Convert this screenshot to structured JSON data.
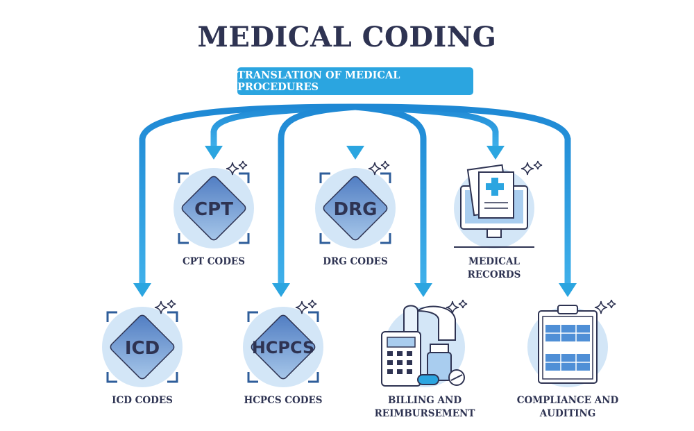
{
  "title": "MEDICAL CODING",
  "subtitle": "TRANSLATION OF MEDICAL PROCEDURES",
  "nodes": {
    "cpt": {
      "code": "CPT",
      "label": "CPT CODES"
    },
    "drg": {
      "code": "DRG",
      "label": "DRG CODES"
    },
    "records": {
      "label": "MEDICAL\nRECORDS",
      "icon": "computer-medical-document-icon"
    },
    "icd": {
      "code": "ICD",
      "label": "ICD CODES"
    },
    "hcpcs": {
      "code": "HCPCS",
      "label": "HCPCS CODES"
    },
    "billing": {
      "label": "BILLING AND\nREIMBURSEMENT",
      "icon": "calculator-receipt-pills-icon"
    },
    "compliance": {
      "label": "COMPLIANCE AND\nAUDITING",
      "icon": "clipboard-checklist-icon"
    }
  },
  "colors": {
    "arrow": "#1f8fd6",
    "banner": "#2ba5e0",
    "circle": "#d3e6f7",
    "diamond": "#6f9bd0",
    "text": "#2e3352"
  }
}
